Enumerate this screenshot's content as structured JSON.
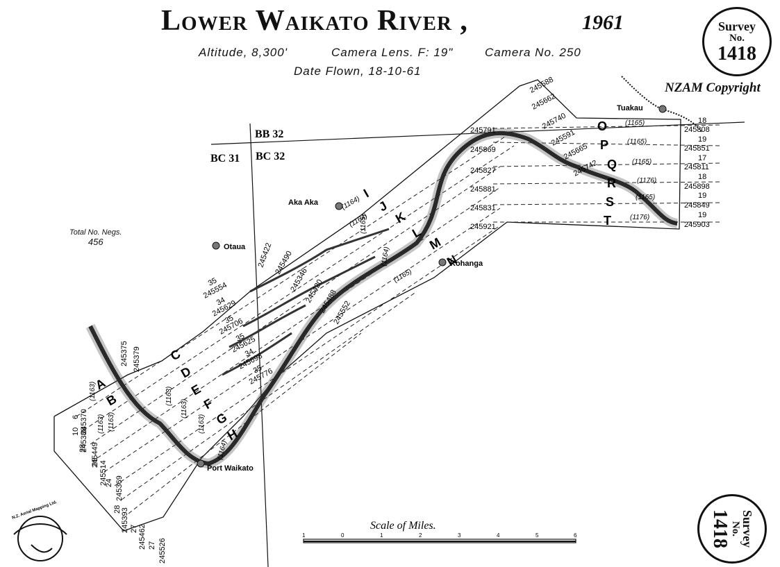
{
  "title": "Lower Waikato River ,",
  "year": "1961",
  "altitude": "Altitude, 8,300'",
  "camera_lens": "Camera Lens. F: 19\"",
  "camera_no": "Camera No. 250",
  "date_flown": "Date Flown, 18-10-61",
  "copyright": "NZAM Copyright",
  "survey_stamp": {
    "line1": "Survey",
    "line2": "No.",
    "number": "1418"
  },
  "total_negs_label": "Total No. Negs.",
  "total_negs_value": "456",
  "logo_text": "N.Z. Aerial Mapping Ltd.",
  "grid_sheets": [
    "BB 32",
    "BC 31",
    "BC 32"
  ],
  "places": [
    "Tuakau",
    "Aka Aka",
    "Otaua",
    "Kohanga",
    "Port Waikato"
  ],
  "strip_letters": [
    "A",
    "B",
    "C",
    "D",
    "E",
    "F",
    "G",
    "H",
    "I",
    "J",
    "K",
    "L",
    "M",
    "N",
    "O",
    "P",
    "Q",
    "R",
    "S",
    "T"
  ],
  "scale_label": "Scale of Miles.",
  "scale_ticks": [
    "1",
    "0",
    "1",
    "2",
    "3",
    "4",
    "5",
    "6"
  ],
  "left_numbers": [
    "245375",
    "245379",
    "6",
    "245370",
    "10",
    "245388",
    "28",
    "245449",
    "25",
    "245514",
    "24",
    "245369",
    "28",
    "245393",
    "27",
    "245462",
    "27",
    "245526"
  ],
  "mid_numbers": [
    "35",
    "245554",
    "34",
    "245629",
    "35",
    "245706",
    "35",
    "245625",
    "34",
    "245698",
    "35",
    "245776",
    "245422",
    "245490",
    "245346",
    "245420",
    "245488",
    "245552"
  ],
  "right_numbers": [
    "245588",
    "245662",
    "245740",
    "245591",
    "245665",
    "245742",
    "245791",
    "245869",
    "245827",
    "245881",
    "245831",
    "245921",
    "18",
    "245808",
    "19",
    "245851",
    "17",
    "245811",
    "18",
    "245898",
    "19",
    "245849",
    "19",
    "245903"
  ],
  "run_heights": [
    "(1163)",
    "(1163)",
    "(1163)",
    "(1163)",
    "(1163)",
    "(1163)",
    "(1164)",
    "(1164)",
    "(1164)",
    "(1165)",
    "(1164)",
    "(1165)",
    "(1165)",
    "(1165)",
    "(1165)",
    "(1176)",
    "(1165)",
    "(1176)"
  ]
}
